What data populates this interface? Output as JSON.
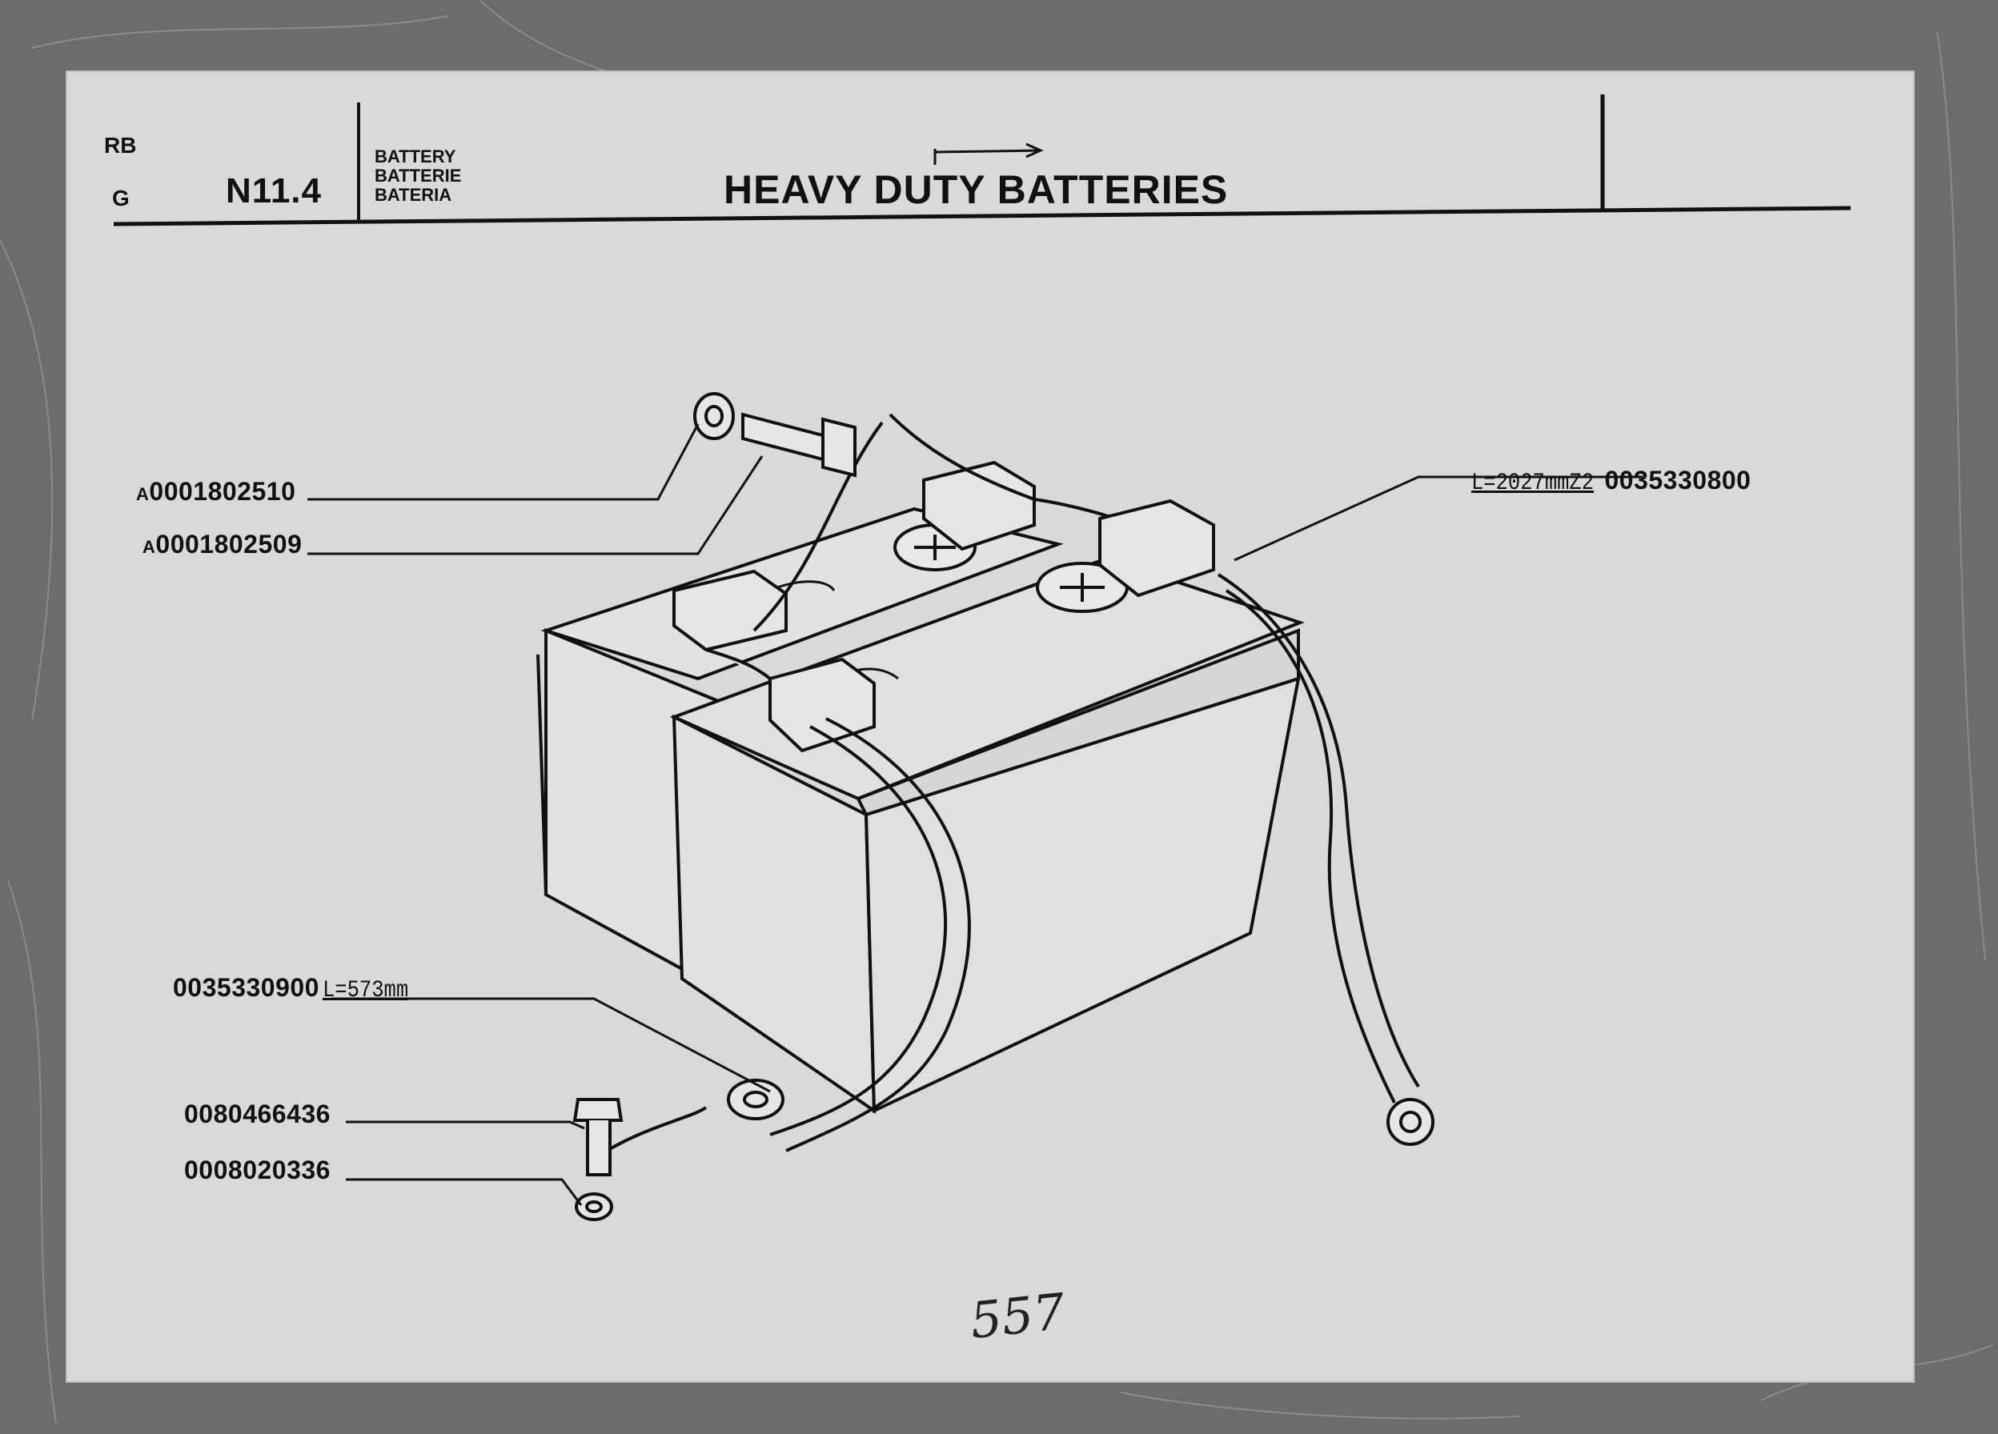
{
  "header": {
    "model_code_top": "RB",
    "model_code_bottom": "G",
    "section_code": "N11.4",
    "group_names": [
      "BATTERY",
      "BATTERIE",
      "BATERIA"
    ],
    "title": "HEAVY DUTY BATTERIES"
  },
  "callouts": [
    {
      "id": "nut",
      "part_number": "0001802510",
      "prefix": "A"
    },
    {
      "id": "bolt-top",
      "part_number": "0001802509",
      "prefix": "A"
    },
    {
      "id": "long-cable",
      "part_number": "0035330800",
      "dimension": "L=2027mmZ2"
    },
    {
      "id": "short-cable",
      "part_number": "0035330900",
      "dimension": "L=573mm"
    },
    {
      "id": "bolt-bottom",
      "part_number": "0080466436"
    },
    {
      "id": "nut-bottom",
      "part_number": "0008020336"
    }
  ],
  "page_number": "557",
  "colors": {
    "paper": "#d9d9d9",
    "ink": "#111111",
    "background": "#6e6e6e"
  }
}
